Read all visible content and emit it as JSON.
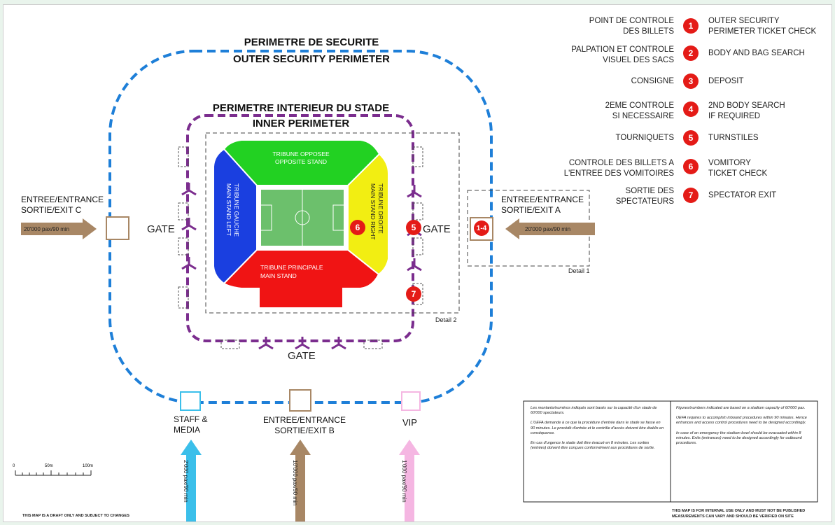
{
  "colors": {
    "outer_perimeter": "#1e7fd8",
    "inner_perimeter": "#7b2d8e",
    "opposite_stand": "#22d122",
    "left_stand": "#1a3fe0",
    "right_stand": "#f2ee12",
    "main_stand": "#f01414",
    "pitch": "#6cc06c",
    "marker": "#e41b17",
    "staff_arrow": "#3bbfea",
    "entrance_arrow": "#a88765",
    "vip_arrow": "#f5b6e2"
  },
  "perimeters": {
    "outer_fr": "PERIMETRE DE SECURITE",
    "outer_en": "OUTER SECURITY PERIMETER",
    "inner_fr": "PERIMETRE INTERIEUR DU STADE",
    "inner_en": "INNER  PERIMETER"
  },
  "stands": {
    "opposite": [
      "TRIBUNE OPPOSEE",
      "OPPOSITE STAND"
    ],
    "left": [
      "TRIBUNE GAUCHE",
      "MAIN STAND LEFT"
    ],
    "right": [
      "TRIBUNE DROITE",
      "MAIN STAND RIGHT"
    ],
    "main": [
      "TRIBUNE PRINCIPALE",
      "MAIN STAND"
    ]
  },
  "gates": {
    "left": "GATE",
    "right": "GATE",
    "bottom": "GATE"
  },
  "entrances": {
    "c": [
      "ENTREE/ENTRANCE",
      "SORTIE/EXIT C"
    ],
    "a": [
      "ENTREE/ENTRANCE",
      "SORTIE/EXIT A"
    ],
    "b": [
      "ENTREE/ENTRANCE",
      "SORTIE/EXIT B"
    ],
    "staff": [
      "STAFF &",
      "MEDIA"
    ],
    "vip": "VIP",
    "rate_c": "20'000 pax/90 min",
    "rate_a": "20'000 pax/90 min",
    "rate_b": "10'000 pax/90 min",
    "rate_staff": "2'000 pax/90 min",
    "rate_vip": "1'000 pax/90 min"
  },
  "markers": {
    "m6": "6",
    "m5": "5",
    "m7": "7",
    "m14": "1-4"
  },
  "details": {
    "d1": "Detail 1",
    "d2": "Detail 2"
  },
  "legend": [
    {
      "num": "1",
      "fr": [
        "POINT DE CONTROLE",
        "DES BILLETS"
      ],
      "en": [
        "OUTER SECURITY",
        "PERIMETER TICKET CHECK"
      ]
    },
    {
      "num": "2",
      "fr": [
        "PALPATION ET CONTROLE",
        "VISUEL DES SACS"
      ],
      "en": [
        "BODY AND BAG SEARCH"
      ]
    },
    {
      "num": "3",
      "fr": [
        "CONSIGNE"
      ],
      "en": [
        "DEPOSIT"
      ]
    },
    {
      "num": "4",
      "fr": [
        "2EME CONTROLE",
        "SI NECESSAIRE"
      ],
      "en": [
        "2ND BODY SEARCH",
        "IF REQUIRED"
      ]
    },
    {
      "num": "5",
      "fr": [
        "TOURNIQUETS"
      ],
      "en": [
        "TURNSTILES"
      ]
    },
    {
      "num": "6",
      "fr": [
        "CONTROLE DES BILLETS A",
        "L'ENTREE DES VOMITOIRES"
      ],
      "en": [
        "VOMITORY",
        "TICKET CHECK"
      ]
    },
    {
      "num": "7",
      "fr": [
        "SORTIE DES",
        "SPECTATEURS"
      ],
      "en": [
        "SPECTATOR EXIT"
      ]
    }
  ],
  "scale": {
    "s0": "0",
    "s50": "50m",
    "s100": "100m"
  },
  "notes": {
    "fr": [
      "Les montants/numéros indiqués sont basés sur la capacité d'un stade de 60'000 spectateurs.",
      "L'UEFA demande à ce que la procédure d'entrée dans le stade se fasse en 90 minutes. Le procédé d'entrée et le contrôle d'accès doivent être établis en conséquence.",
      "En cas d'urgence le stade doit être évacué en 8 minutes. Les sorties (entrées) doivent être conçues conformément aux procédures de sortie."
    ],
    "en": [
      "Figures/numbers indicated are based on a stadium capacity of 60'000 pax.",
      "UEFA requires to accomplish inbound procedures within 90 minutes. Hence entrances and access control procedures need to be designed accordingly.",
      "In case of an emergency the stadium bowl should be evacuated within 8 minutes. Exits (entrances) need to be designed accordingly for outbound procedures."
    ]
  },
  "footer": {
    "left": "THIS MAP IS A DRAFT ONLY AND SUBJECT TO CHANGES",
    "right_1": "THIS MAP IS FOR INTERNAL USE ONLY AND MUST NOT BE PUBLISHED",
    "right_2": "MEASUREMENTS CAN VARY AND SHOULD BE VERIFIED ON SITE"
  }
}
